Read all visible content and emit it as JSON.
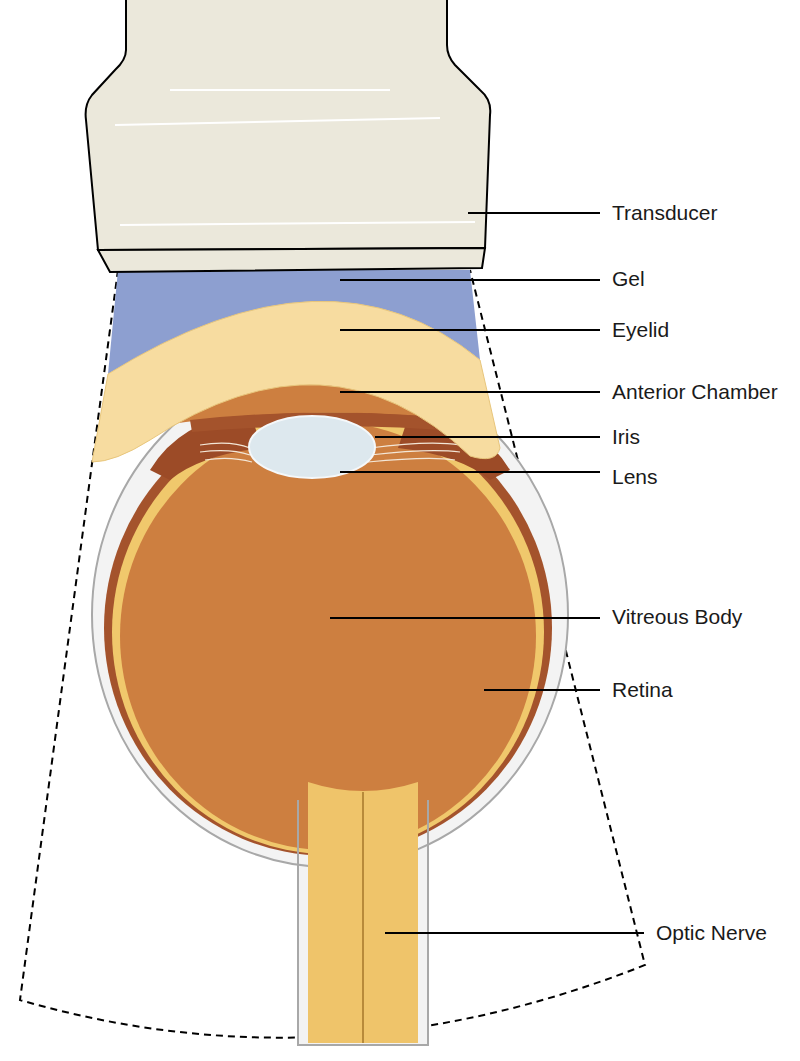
{
  "diagram": {
    "labels": [
      "Transducer",
      "Gel",
      "Eyelid",
      "Anterior Chamber",
      "Iris",
      "Lens",
      "Vitreous Body",
      "Retina",
      "Optic Nerve"
    ]
  }
}
